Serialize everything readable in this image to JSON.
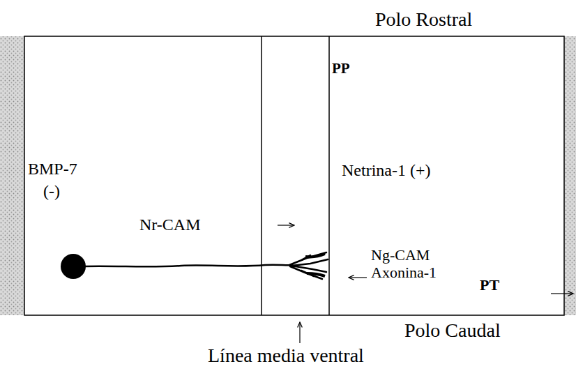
{
  "diagram": {
    "labels": [
      "Polo Rostral",
      "PP",
      "BMP-7",
      "(-)",
      "Netrina-1 (+)",
      "Nr-CAM",
      "Ng-CAM",
      "Axonina-1",
      "PT",
      "Polo Caudal",
      "Línea media ventral"
    ]
  }
}
